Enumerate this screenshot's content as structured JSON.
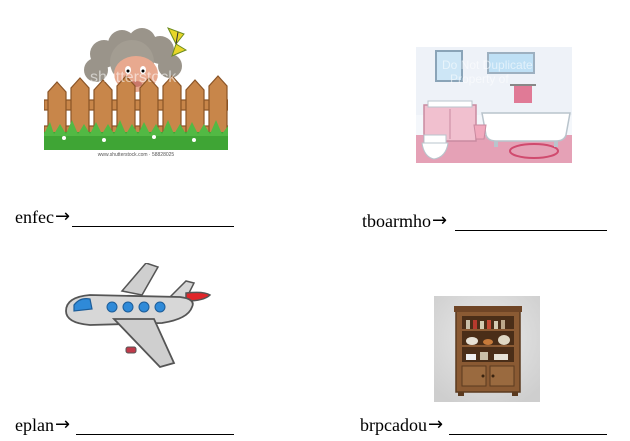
{
  "exercises": [
    {
      "picture": "sheep-behind-fence-image",
      "scrambled_word": "enfec",
      "watermark": "shutterstock",
      "caption": "www.shutterstock.com · 58828025"
    },
    {
      "picture": "bathroom-image",
      "scrambled_word": "tboarmho",
      "watermark_line1": "Do Not Duplicate",
      "watermark_line2": "Property of"
    },
    {
      "picture": "airplane-image",
      "scrambled_word": "eplan"
    },
    {
      "picture": "cupboard-image",
      "scrambled_word": "brpcadou"
    }
  ],
  "arrow_glyph": "→",
  "colors": {
    "fence": "#c8864a",
    "grass": "#3fa535",
    "sheep_wool": "#9a948a",
    "butterfly": "#e8d62a",
    "bathroom_floor": "#e5a1b6",
    "plane_body": "#d7d7d7",
    "plane_window": "#2f8ad8",
    "plane_tail": "#e0262a",
    "cupboard": "#8a5a33"
  }
}
